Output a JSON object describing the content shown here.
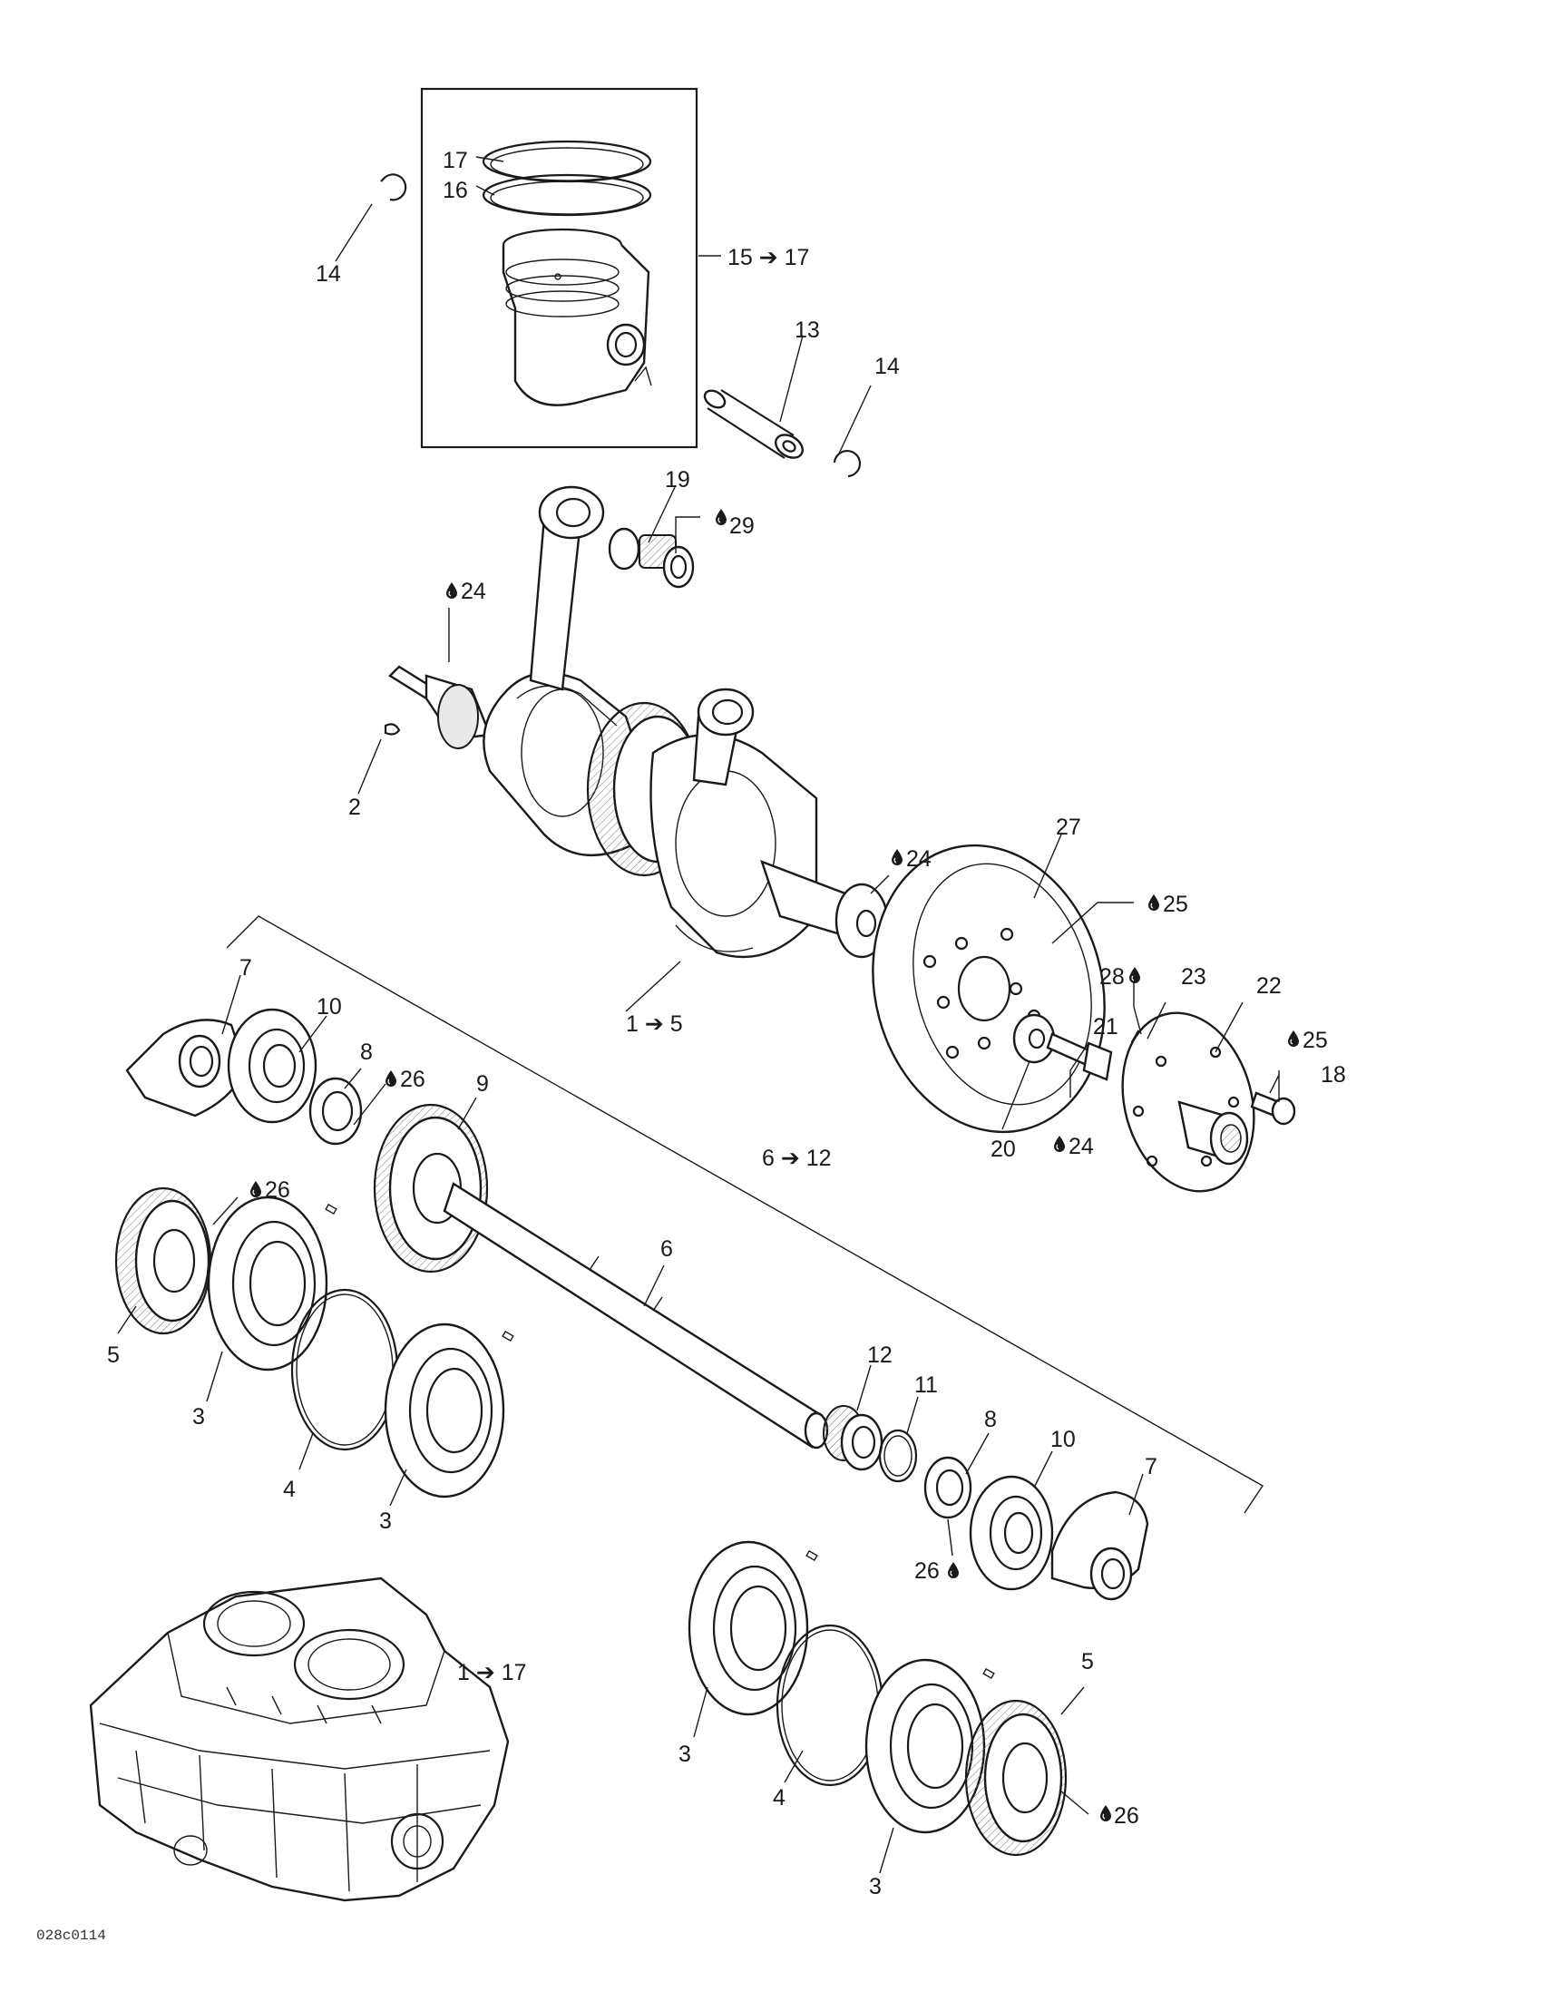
{
  "diagram_code": "028c0114",
  "callouts": {
    "c14a": "14",
    "c17": "17",
    "c16": "16",
    "c15to17": "15 ➔ 17",
    "c13": "13",
    "c14b": "14",
    "c19": "19",
    "c29": "29",
    "c24a": "24",
    "c2": "2",
    "c27": "27",
    "c24b": "24",
    "c25a": "25",
    "c1to5": "1 ➔ 5",
    "c28": "28",
    "c23": "23",
    "c22": "22",
    "c21": "21",
    "c25b": "25",
    "c18": "18",
    "c20": "20",
    "c24c": "24",
    "c7a": "7",
    "c10a": "10",
    "c8a": "8",
    "c26a": "26",
    "c9": "9",
    "c6to12": "6 ➔ 12",
    "c26b": "26",
    "c6": "6",
    "c5a": "5",
    "c3a": "3",
    "c4a": "4",
    "c3b": "3",
    "c12": "12",
    "c11": "11",
    "c8b": "8",
    "c10b": "10",
    "c7b": "7",
    "c26c": "26",
    "c1to17": "1 ➔ 17",
    "c5b": "5",
    "c3c": "3",
    "c4b": "4",
    "c3d": "3",
    "c26d": "26"
  },
  "icons": {
    "lubricant": "oil-drop-icon",
    "range_arrow": "arrow-right-icon"
  }
}
